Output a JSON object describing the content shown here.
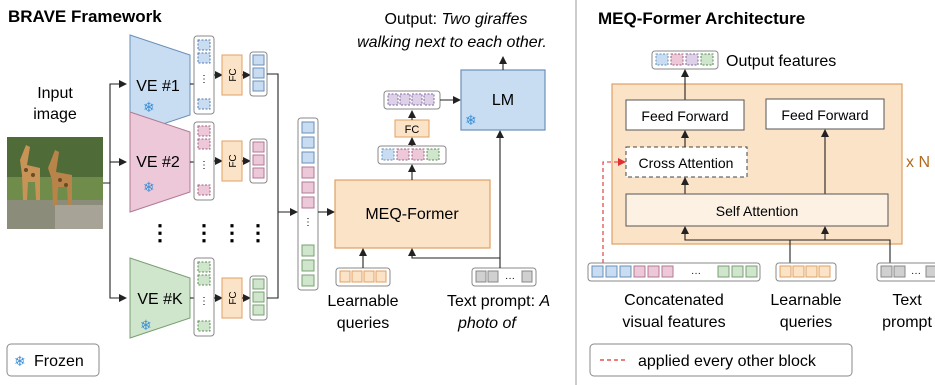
{
  "left_panel": {
    "title": "BRAVE Framework",
    "input_label_line1": "Input",
    "input_label_line2": "image",
    "encoders": [
      {
        "label": "VE #1",
        "color": "#c9ddf2"
      },
      {
        "label": "VE #2",
        "color": "#ecc8d8"
      },
      {
        "label": "VE #K",
        "color": "#cfe5cc"
      }
    ],
    "fc_label": "FC",
    "dots": "⋮",
    "meq_label": "MEQ-Former",
    "lm_label": "LM",
    "output_prefix": "Output:",
    "output_line1": "Two giraffes",
    "output_line2": "walking next to each other.",
    "learnable_line1": "Learnable",
    "learnable_line2": "queries",
    "text_prompt_prefix": "Text prompt:",
    "text_prompt_line1_italic": "A",
    "text_prompt_line2": "photo of",
    "legend_frozen": "Frozen",
    "snowflake": "❄"
  },
  "right_panel": {
    "title": "MEQ-Former Architecture",
    "output_features": "Output features",
    "feed_forward_left": "Feed Forward",
    "feed_forward_right": "Feed Forward",
    "cross_attention": "Cross Attention",
    "self_attention": "Self Attention",
    "repeat_label": "x N",
    "ellipsis": "···",
    "concat_line1": "Concatenated",
    "concat_line2": "visual features",
    "learnable_line1": "Learnable",
    "learnable_line2": "queries",
    "text_line1": "Text",
    "text_line2": "prompt",
    "legend_applied": "applied every other block"
  },
  "colors": {
    "blue": "#c9ddf2",
    "pink": "#ecc8d8",
    "green": "#cfe5cc",
    "orange_fill": "#fbe3c8",
    "orange_stroke": "#e0a060",
    "grey": "#d0d0d0",
    "red_dash": "#e03030",
    "snow": "#3a8fd8"
  }
}
